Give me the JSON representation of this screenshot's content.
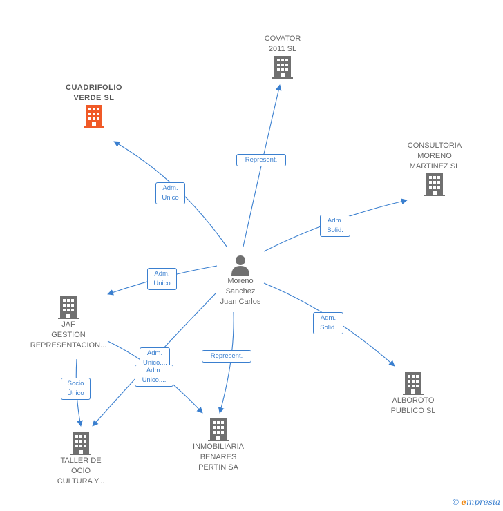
{
  "colors": {
    "edge": "#3a7fcf",
    "building": "#707070",
    "building_highlight": "#f05a28",
    "person": "#707070"
  },
  "nodes": {
    "covator": {
      "name": "COVATOR\n2011 SL",
      "icon": "building-icon"
    },
    "cuadrifolio": {
      "name": "CUADRIFOLIO\nVERDE  SL",
      "icon": "building-icon"
    },
    "consultoria": {
      "name": "CONSULTORIA\nMORENO\nMARTINEZ  SL",
      "icon": "building-icon"
    },
    "person": {
      "name": "Moreno\nSanchez\nJuan Carlos",
      "icon": "person-icon"
    },
    "jaf": {
      "name": "JAF\nGESTION\nREPRESENTACION...",
      "icon": "building-icon"
    },
    "alboroto": {
      "name": "ALBOROTO\nPUBLICO SL",
      "icon": "building-icon"
    },
    "taller": {
      "name": "TALLER DE\nOCIO\nCULTURA Y...",
      "icon": "building-icon"
    },
    "inmobiliaria": {
      "name": "INMOBILIARIA\nBENARES\nPERTIN SA",
      "icon": "building-icon"
    }
  },
  "edges": {
    "represent_covator": "Represent.",
    "adm_cuadrifolio": "Adm.\nUnico",
    "adm_consultoria": "Adm.\nSolid.",
    "adm_jaf": "Adm.\nUnico",
    "adm_alboroto": "Adm.\nSolid.",
    "represent_inmobiliaria": "Represent.",
    "adm_taller": "Adm.\nUnico,...",
    "jaf_taller": "Socio\nÚnico",
    "jaf_inmobiliaria": "Adm.\nUnico,..."
  },
  "footer": {
    "copyright": "©",
    "brand_e": "e",
    "brand_rest": "mpresia"
  }
}
